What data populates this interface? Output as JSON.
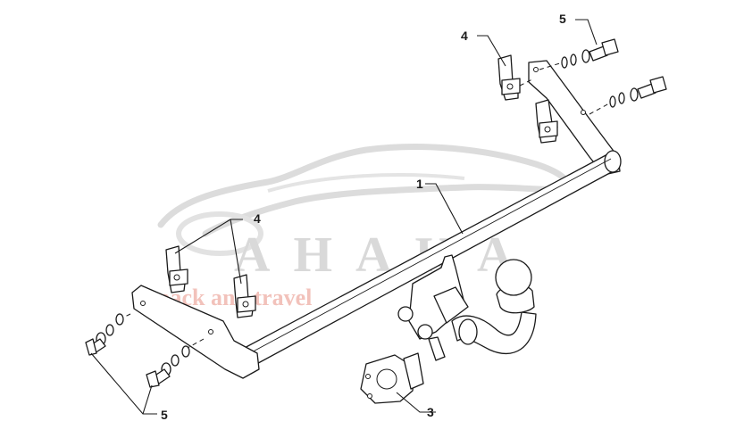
{
  "watermark": {
    "brand": "AHAKA",
    "slogan": "pack and travel"
  },
  "callouts": {
    "tow_bar_crossmember": "1",
    "socket_bracket": "3",
    "mounting_plates_right": "4",
    "mounting_plates_left": "4",
    "bolts_right": "5",
    "bolts_left": "5"
  }
}
